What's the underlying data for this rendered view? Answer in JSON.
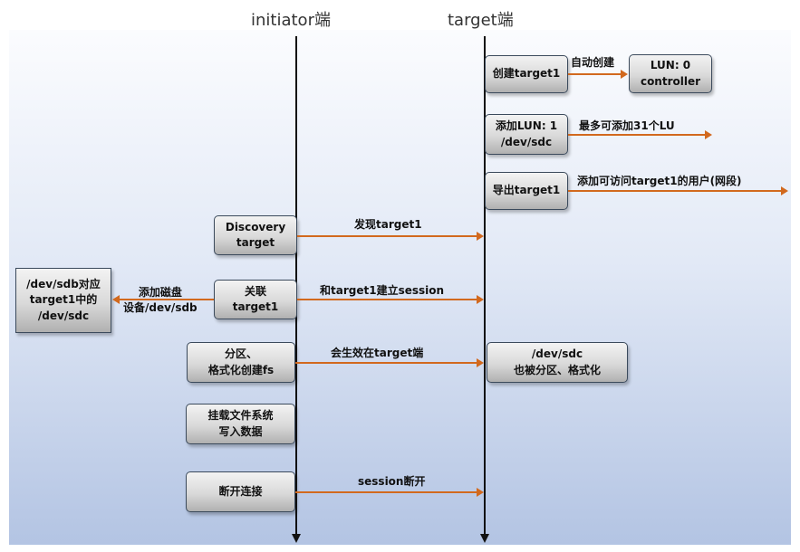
{
  "lanes": {
    "initiator": "initiator端",
    "target": "target端"
  },
  "boxes": {
    "create_target": "创建target1",
    "lun_controller": "LUN: 0\ncontroller",
    "add_lun": "添加LUN: 1\n/dev/sdc",
    "export_target": "导出target1",
    "discovery": "Discovery\ntarget",
    "associate": "关联\ntarget1",
    "sdb_mapping": "/dev/sdb对应\ntarget1中的\n/dev/sdc",
    "partition": "分区、\n格式化创建fs",
    "sdc_partitioned": "/dev/sdc\n也被分区、格式化",
    "mount_write": "挂载文件系统\n写入数据",
    "disconnect": "断开连接"
  },
  "labels": {
    "auto_create": "自动创建",
    "max_lu": "最多可添加31个LU",
    "add_access": "添加可访问target1的用户(网段)",
    "discover_target": "发现target1",
    "add_disk": "添加磁盘\n设备/dev/sdb",
    "establish_session": "和target1建立session",
    "take_effect": "会生效在target端",
    "session_close": "session断开"
  },
  "colors": {
    "arrow": "#d2691e",
    "lifeline": "#111111",
    "background_top": "#fbfcfe",
    "background_bottom": "#b3c4e3"
  }
}
